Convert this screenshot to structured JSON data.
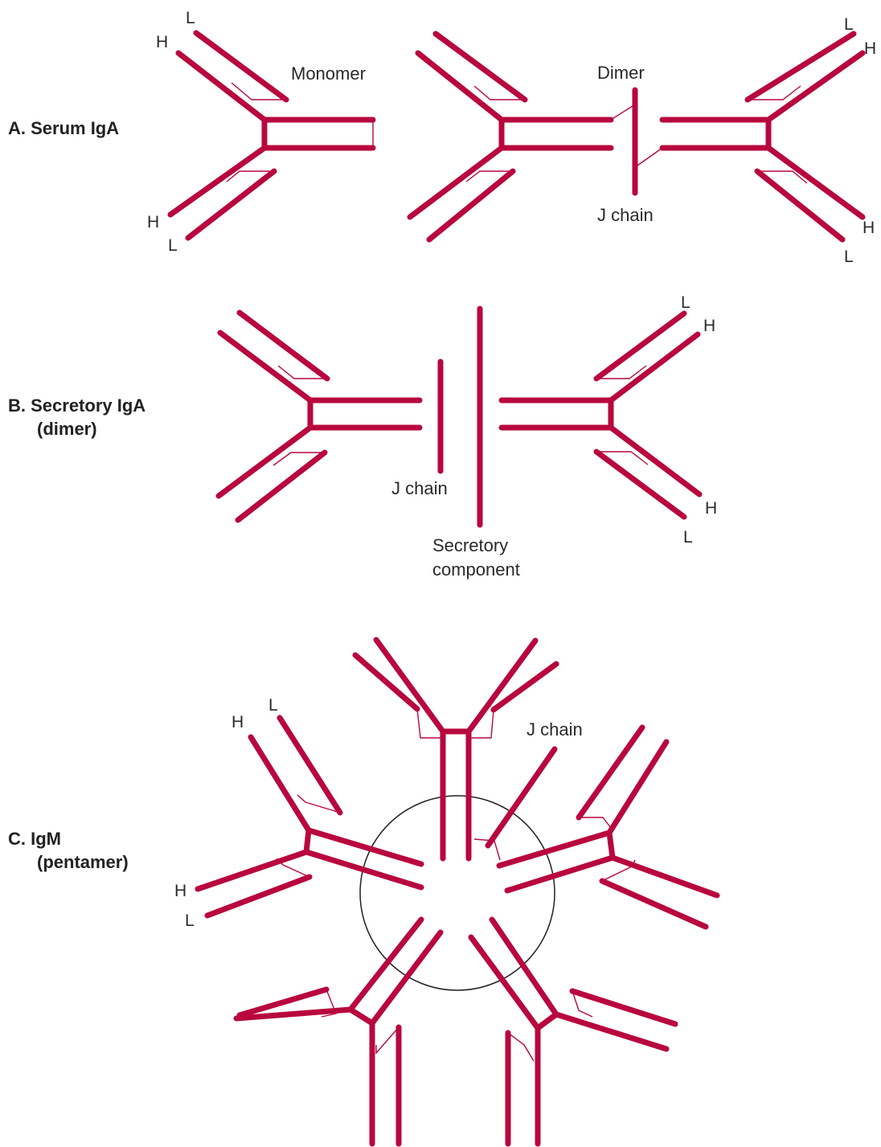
{
  "colors": {
    "chain": "#b8073e",
    "thin": "#b8073e",
    "ring": "#222222",
    "text": "#222222"
  },
  "panels": {
    "a": {
      "label": "A. Serum IgA",
      "monomer": "Monomer",
      "dimer": "Dimer",
      "j_chain": "J chain"
    },
    "b": {
      "label_line1": "B. Secretory IgA",
      "label_line2": "(dimer)",
      "j_chain": "J chain",
      "secretory_line1": "Secretory",
      "secretory_line2": "component"
    },
    "c": {
      "label_line1": "C. IgM",
      "label_line2": "(pentamer)",
      "j_chain": "J chain"
    }
  },
  "chain_labels": {
    "heavy": "H",
    "light": "L"
  }
}
